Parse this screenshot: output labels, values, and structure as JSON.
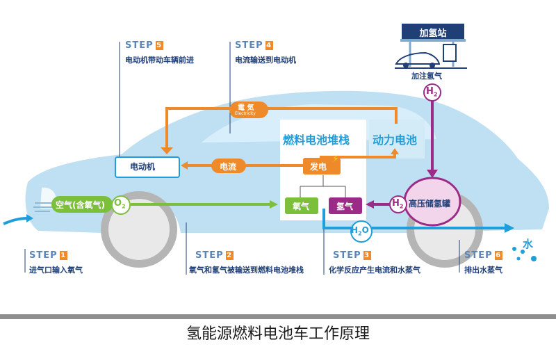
{
  "steps": [
    {
      "num": "1",
      "label": "STEP",
      "desc": "进气口输入氧气"
    },
    {
      "num": "2",
      "label": "STEP",
      "desc": "氧气和氢气被输送到燃料电池堆栈"
    },
    {
      "num": "3",
      "label": "STEP",
      "desc": "化学反应产生电流和水蒸气"
    },
    {
      "num": "4",
      "label": "STEP",
      "desc": "电流输送到电动机"
    },
    {
      "num": "5",
      "label": "STEP",
      "desc": "电动机带动车辆前进"
    },
    {
      "num": "6",
      "label": "STEP",
      "desc": "排出水蒸气"
    }
  ],
  "station": {
    "sign": "加氢站",
    "caption": "加注氢气"
  },
  "labels": {
    "fuel_cell_stack": "燃料电池堆栈",
    "power_battery": "动力电池",
    "motor": "电动机",
    "current": "电流",
    "electricity_cn": "電 気",
    "electricity_en": "Electricity",
    "generate": "发电",
    "oxygen": "氧气",
    "hydrogen": "氢气",
    "air": "空气(含氧气)",
    "o2": "O",
    "o2_sub": "2",
    "h2": "H",
    "h2_sub": "2",
    "h2o": "H",
    "h2o_sub": "2",
    "h2o_o": "O",
    "tank": "高压储氢罐",
    "water": "水"
  },
  "caption": "氢能源燃料电池车工作原理",
  "colors": {
    "orange": "#ef8a2b",
    "green": "#7cbf3b",
    "purple": "#9b2b87",
    "blue": "#1f9ed9",
    "car_body": "#bfe0f3",
    "dark_blue": "#1f3f77"
  }
}
